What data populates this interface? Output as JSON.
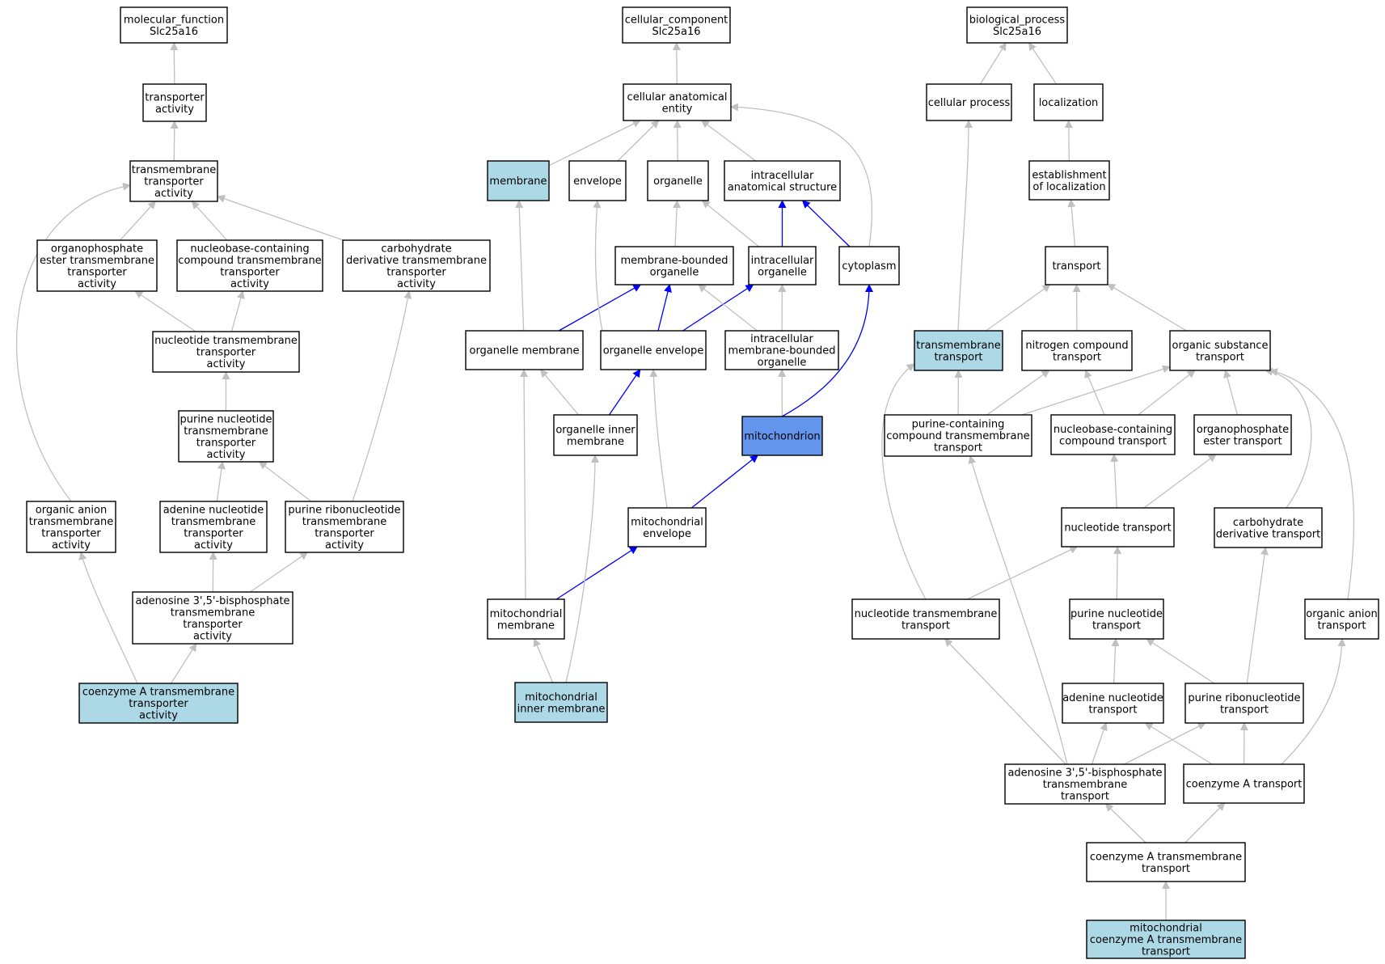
{
  "colors": {
    "default_fill": "#ffffff",
    "annotated_fill": "#add8e6",
    "focus_fill": "#6495ed",
    "gray_edge": "#c0c0c0",
    "blue_edge": "#0000ff"
  },
  "nodes": [
    {
      "id": "mf",
      "lines": [
        "molecular_function",
        "Slc25a16"
      ],
      "style": "default"
    },
    {
      "id": "ta",
      "lines": [
        "transporter",
        "activity"
      ],
      "style": "default"
    },
    {
      "id": "tmta",
      "lines": [
        "transmembrane",
        "transporter",
        "activity"
      ],
      "style": "default"
    },
    {
      "id": "opeta",
      "lines": [
        "organophosphate",
        "ester transmembrane",
        "transporter",
        "activity"
      ],
      "style": "default"
    },
    {
      "id": "nbcta",
      "lines": [
        "nucleobase-containing",
        "compound transmembrane",
        "transporter",
        "activity"
      ],
      "style": "default"
    },
    {
      "id": "cdta",
      "lines": [
        "carbohydrate",
        "derivative transmembrane",
        "transporter",
        "activity"
      ],
      "style": "default"
    },
    {
      "id": "ntta",
      "lines": [
        "nucleotide transmembrane",
        "transporter",
        "activity"
      ],
      "style": "default"
    },
    {
      "id": "pnta",
      "lines": [
        "purine nucleotide",
        "transmembrane",
        "transporter",
        "activity"
      ],
      "style": "default"
    },
    {
      "id": "oata",
      "lines": [
        "organic anion",
        "transmembrane",
        "transporter",
        "activity"
      ],
      "style": "default"
    },
    {
      "id": "anta",
      "lines": [
        "adenine nucleotide",
        "transmembrane",
        "transporter",
        "activity"
      ],
      "style": "default"
    },
    {
      "id": "prta",
      "lines": [
        "purine ribonucleotide",
        "transmembrane",
        "transporter",
        "activity"
      ],
      "style": "default"
    },
    {
      "id": "abta",
      "lines": [
        "adenosine 3',5'-bisphosphate",
        "transmembrane",
        "transporter",
        "activity"
      ],
      "style": "default"
    },
    {
      "id": "coata",
      "lines": [
        "coenzyme A transmembrane",
        "transporter",
        "activity"
      ],
      "style": "annotated"
    },
    {
      "id": "cc",
      "lines": [
        "cellular_component",
        "Slc25a16"
      ],
      "style": "default"
    },
    {
      "id": "cae",
      "lines": [
        "cellular anatomical",
        "entity"
      ],
      "style": "default"
    },
    {
      "id": "mem",
      "lines": [
        "membrane"
      ],
      "style": "annotated"
    },
    {
      "id": "env",
      "lines": [
        "envelope"
      ],
      "style": "default"
    },
    {
      "id": "org",
      "lines": [
        "organelle"
      ],
      "style": "default"
    },
    {
      "id": "ias",
      "lines": [
        "intracellular",
        "anatomical structure"
      ],
      "style": "default"
    },
    {
      "id": "mbo",
      "lines": [
        "membrane-bounded",
        "organelle"
      ],
      "style": "default"
    },
    {
      "id": "io",
      "lines": [
        "intracellular",
        "organelle"
      ],
      "style": "default"
    },
    {
      "id": "cyt",
      "lines": [
        "cytoplasm"
      ],
      "style": "default"
    },
    {
      "id": "om",
      "lines": [
        "organelle membrane"
      ],
      "style": "default"
    },
    {
      "id": "oe",
      "lines": [
        "organelle envelope"
      ],
      "style": "default"
    },
    {
      "id": "imbo",
      "lines": [
        "intracellular",
        "membrane-bounded",
        "organelle"
      ],
      "style": "default"
    },
    {
      "id": "oim",
      "lines": [
        "organelle inner",
        "membrane"
      ],
      "style": "default"
    },
    {
      "id": "mito",
      "lines": [
        "mitochondrion"
      ],
      "style": "focus"
    },
    {
      "id": "me",
      "lines": [
        "mitochondrial",
        "envelope"
      ],
      "style": "default"
    },
    {
      "id": "mm",
      "lines": [
        "mitochondrial",
        "membrane"
      ],
      "style": "default"
    },
    {
      "id": "mim",
      "lines": [
        "mitochondrial",
        "inner membrane"
      ],
      "style": "annotated"
    },
    {
      "id": "bp",
      "lines": [
        "biological_process",
        "Slc25a16"
      ],
      "style": "default"
    },
    {
      "id": "cp",
      "lines": [
        "cellular process"
      ],
      "style": "default"
    },
    {
      "id": "loc",
      "lines": [
        "localization"
      ],
      "style": "default"
    },
    {
      "id": "eol",
      "lines": [
        "establishment",
        "of localization"
      ],
      "style": "default"
    },
    {
      "id": "tr",
      "lines": [
        "transport"
      ],
      "style": "default"
    },
    {
      "id": "tmt",
      "lines": [
        "transmembrane",
        "transport"
      ],
      "style": "annotated"
    },
    {
      "id": "nct",
      "lines": [
        "nitrogen compound",
        "transport"
      ],
      "style": "default"
    },
    {
      "id": "ost",
      "lines": [
        "organic substance",
        "transport"
      ],
      "style": "default"
    },
    {
      "id": "pctt",
      "lines": [
        "purine-containing",
        "compound transmembrane",
        "transport"
      ],
      "style": "default"
    },
    {
      "id": "nbct",
      "lines": [
        "nucleobase-containing",
        "compound transport"
      ],
      "style": "default"
    },
    {
      "id": "opet",
      "lines": [
        "organophosphate",
        "ester transport"
      ],
      "style": "default"
    },
    {
      "id": "ntr",
      "lines": [
        "nucleotide transport"
      ],
      "style": "default"
    },
    {
      "id": "cdt",
      "lines": [
        "carbohydrate",
        "derivative transport"
      ],
      "style": "default"
    },
    {
      "id": "nttt",
      "lines": [
        "nucleotide transmembrane",
        "transport"
      ],
      "style": "default"
    },
    {
      "id": "pnt",
      "lines": [
        "purine nucleotide",
        "transport"
      ],
      "style": "default"
    },
    {
      "id": "oat",
      "lines": [
        "organic anion",
        "transport"
      ],
      "style": "default"
    },
    {
      "id": "ant",
      "lines": [
        "adenine nucleotide",
        "transport"
      ],
      "style": "default"
    },
    {
      "id": "prt",
      "lines": [
        "purine ribonucleotide",
        "transport"
      ],
      "style": "default"
    },
    {
      "id": "abtt",
      "lines": [
        "adenosine 3',5'-bisphosphate",
        "transmembrane",
        "transport"
      ],
      "style": "default"
    },
    {
      "id": "coat",
      "lines": [
        "coenzyme A transport"
      ],
      "style": "default"
    },
    {
      "id": "coatt",
      "lines": [
        "coenzyme A transmembrane",
        "transport"
      ],
      "style": "default"
    },
    {
      "id": "mcoatt",
      "lines": [
        "mitochondrial",
        "coenzyme A transmembrane",
        "transport"
      ],
      "style": "annotated"
    }
  ],
  "edges": [
    {
      "from": "ta",
      "to": "mf",
      "color": "gray"
    },
    {
      "from": "tmta",
      "to": "ta",
      "color": "gray"
    },
    {
      "from": "opeta",
      "to": "tmta",
      "color": "gray"
    },
    {
      "from": "nbcta",
      "to": "tmta",
      "color": "gray"
    },
    {
      "from": "cdta",
      "to": "tmta",
      "color": "gray"
    },
    {
      "from": "oata",
      "to": "tmta",
      "color": "gray"
    },
    {
      "from": "ntta",
      "to": "opeta",
      "color": "gray"
    },
    {
      "from": "ntta",
      "to": "nbcta",
      "color": "gray"
    },
    {
      "from": "pnta",
      "to": "ntta",
      "color": "gray"
    },
    {
      "from": "anta",
      "to": "pnta",
      "color": "gray"
    },
    {
      "from": "prta",
      "to": "pnta",
      "color": "gray"
    },
    {
      "from": "prta",
      "to": "cdta",
      "color": "gray"
    },
    {
      "from": "abta",
      "to": "anta",
      "color": "gray"
    },
    {
      "from": "abta",
      "to": "prta",
      "color": "gray"
    },
    {
      "from": "coata",
      "to": "abta",
      "color": "gray"
    },
    {
      "from": "coata",
      "to": "oata",
      "color": "gray"
    },
    {
      "from": "cae",
      "to": "cc",
      "color": "gray"
    },
    {
      "from": "mem",
      "to": "cae",
      "color": "gray"
    },
    {
      "from": "env",
      "to": "cae",
      "color": "gray"
    },
    {
      "from": "org",
      "to": "cae",
      "color": "gray"
    },
    {
      "from": "ias",
      "to": "cae",
      "color": "gray"
    },
    {
      "from": "cyt",
      "to": "cae",
      "color": "gray"
    },
    {
      "from": "mbo",
      "to": "org",
      "color": "gray"
    },
    {
      "from": "io",
      "to": "org",
      "color": "gray"
    },
    {
      "from": "io",
      "to": "ias",
      "color": "blue"
    },
    {
      "from": "cyt",
      "to": "ias",
      "color": "blue"
    },
    {
      "from": "om",
      "to": "mem",
      "color": "gray"
    },
    {
      "from": "om",
      "to": "mbo",
      "color": "blue"
    },
    {
      "from": "oe",
      "to": "mbo",
      "color": "blue"
    },
    {
      "from": "oe",
      "to": "io",
      "color": "blue"
    },
    {
      "from": "oe",
      "to": "env",
      "color": "gray"
    },
    {
      "from": "imbo",
      "to": "mbo",
      "color": "gray"
    },
    {
      "from": "imbo",
      "to": "io",
      "color": "gray"
    },
    {
      "from": "oim",
      "to": "om",
      "color": "gray"
    },
    {
      "from": "oim",
      "to": "oe",
      "color": "blue"
    },
    {
      "from": "mito",
      "to": "imbo",
      "color": "gray"
    },
    {
      "from": "mito",
      "to": "cyt",
      "color": "blue"
    },
    {
      "from": "me",
      "to": "mito",
      "color": "blue"
    },
    {
      "from": "me",
      "to": "oe",
      "color": "gray"
    },
    {
      "from": "mm",
      "to": "me",
      "color": "blue"
    },
    {
      "from": "mm",
      "to": "om",
      "color": "gray"
    },
    {
      "from": "mim",
      "to": "mm",
      "color": "gray"
    },
    {
      "from": "mim",
      "to": "oim",
      "color": "gray"
    },
    {
      "from": "cp",
      "to": "bp",
      "color": "gray"
    },
    {
      "from": "loc",
      "to": "bp",
      "color": "gray"
    },
    {
      "from": "eol",
      "to": "loc",
      "color": "gray"
    },
    {
      "from": "tr",
      "to": "eol",
      "color": "gray"
    },
    {
      "from": "tmt",
      "to": "cp",
      "color": "gray"
    },
    {
      "from": "tmt",
      "to": "tr",
      "color": "gray"
    },
    {
      "from": "nct",
      "to": "tr",
      "color": "gray"
    },
    {
      "from": "ost",
      "to": "tr",
      "color": "gray"
    },
    {
      "from": "pctt",
      "to": "tmt",
      "color": "gray"
    },
    {
      "from": "pctt",
      "to": "nct",
      "color": "gray"
    },
    {
      "from": "pctt",
      "to": "ost",
      "color": "gray"
    },
    {
      "from": "nbct",
      "to": "nct",
      "color": "gray"
    },
    {
      "from": "nbct",
      "to": "ost",
      "color": "gray"
    },
    {
      "from": "opet",
      "to": "ost",
      "color": "gray"
    },
    {
      "from": "ntr",
      "to": "nbct",
      "color": "gray"
    },
    {
      "from": "ntr",
      "to": "opet",
      "color": "gray"
    },
    {
      "from": "cdt",
      "to": "ost",
      "color": "gray"
    },
    {
      "from": "oat",
      "to": "ost",
      "color": "gray"
    },
    {
      "from": "nttt",
      "to": "tmt",
      "color": "gray"
    },
    {
      "from": "nttt",
      "to": "ntr",
      "color": "gray"
    },
    {
      "from": "pnt",
      "to": "ntr",
      "color": "gray"
    },
    {
      "from": "ant",
      "to": "pnt",
      "color": "gray"
    },
    {
      "from": "prt",
      "to": "pnt",
      "color": "gray"
    },
    {
      "from": "prt",
      "to": "cdt",
      "color": "gray"
    },
    {
      "from": "abtt",
      "to": "nttt",
      "color": "gray"
    },
    {
      "from": "abtt",
      "to": "pctt",
      "color": "gray"
    },
    {
      "from": "abtt",
      "to": "ant",
      "color": "gray"
    },
    {
      "from": "abtt",
      "to": "prt",
      "color": "gray"
    },
    {
      "from": "coat",
      "to": "ant",
      "color": "gray"
    },
    {
      "from": "coat",
      "to": "prt",
      "color": "gray"
    },
    {
      "from": "coat",
      "to": "oat",
      "color": "gray"
    },
    {
      "from": "coatt",
      "to": "abtt",
      "color": "gray"
    },
    {
      "from": "coatt",
      "to": "coat",
      "color": "gray"
    },
    {
      "from": "mcoatt",
      "to": "coatt",
      "color": "gray"
    }
  ]
}
